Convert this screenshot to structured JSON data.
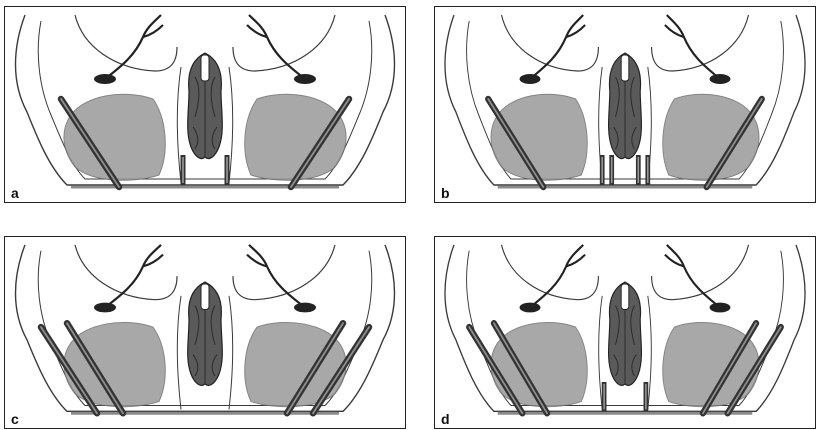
{
  "panels": [
    {
      "label": "a",
      "screws": {
        "lateral_per_side": 1,
        "nasal_count": 2
      }
    },
    {
      "label": "b",
      "screws": {
        "lateral_per_side": 1,
        "nasal_count": 4
      }
    },
    {
      "label": "c",
      "screws": {
        "lateral_per_side": 2,
        "nasal_count": 0
      }
    },
    {
      "label": "d",
      "screws": {
        "lateral_per_side": 2,
        "nasal_count": 2
      }
    }
  ],
  "colors": {
    "outline": "#3a3a3a",
    "sinus": "#9a9a9a",
    "septum": "#5a5a5a",
    "screw": "#333333",
    "dark": "#222222"
  }
}
